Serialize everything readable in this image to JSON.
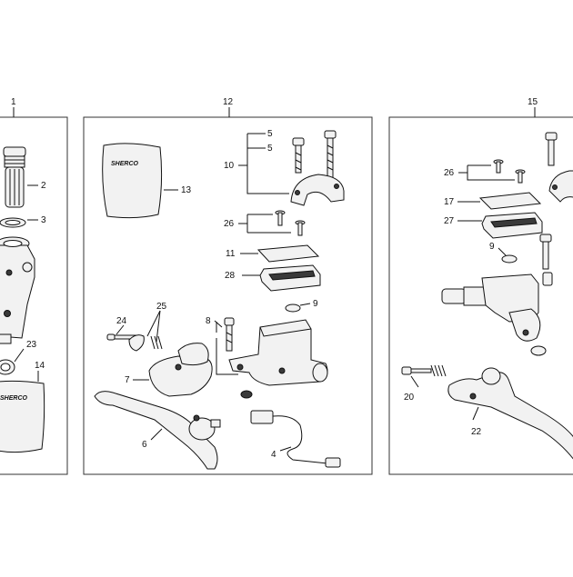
{
  "panels": [
    {
      "id": "left",
      "title": "1",
      "callouts": [
        "2",
        "3",
        "23",
        "14"
      ],
      "bag_logo": "SHERCO"
    },
    {
      "id": "center",
      "title": "12",
      "callouts": [
        "5",
        "5",
        "10",
        "13",
        "26",
        "11",
        "28",
        "9",
        "25",
        "24",
        "8",
        "7",
        "6",
        "4"
      ],
      "bag_logo": "SHERCO"
    },
    {
      "id": "right",
      "title": "15",
      "callouts": [
        "26",
        "17",
        "27",
        "9",
        "20",
        "22"
      ]
    }
  ],
  "colors": {
    "line": "#111111",
    "fill": "#f2f2f2",
    "dark": "#3a3a3a",
    "frame": "#333333"
  }
}
